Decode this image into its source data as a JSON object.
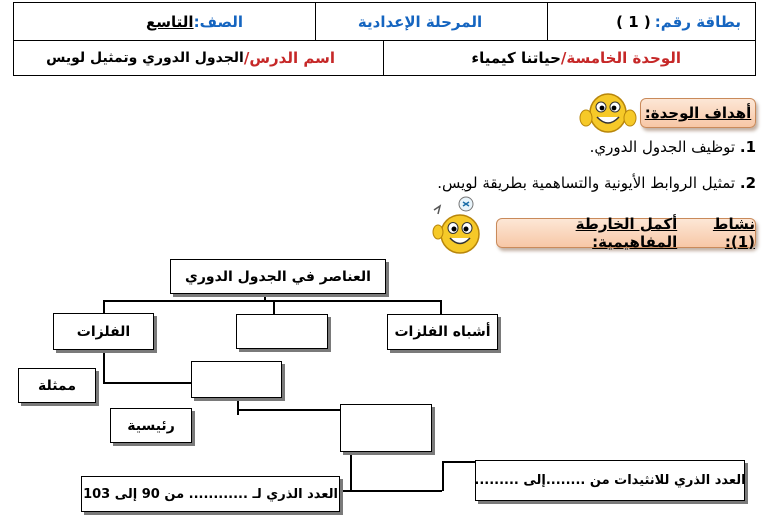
{
  "header": {
    "card_label": "بطاقة رقم:",
    "card_number": "( 1 )",
    "stage": "المرحلة الإعدادية",
    "grade_label": "الصف:",
    "grade_value": "التاسع",
    "unit_label": "الوحدة الخامسة/",
    "unit_value": "حياتنا كيمياء",
    "lesson_label": "اسم الدرس/",
    "lesson_value": "الجدول الدوري وتمثيل لويس"
  },
  "objectives": {
    "title": "أهداف الوحدة:",
    "items": [
      {
        "num": "1.",
        "text": "توظيف الجدول الدوري."
      },
      {
        "num": "2.",
        "text": "تمثيل الروابط الأيونية والتساهمية بطريقة لويس."
      }
    ]
  },
  "activity": {
    "prefix": "نشاط (1):",
    "title": "أكمل الخارطة المفاهيمية:"
  },
  "concept_map": {
    "root": "العناصر في الجدول الدوري",
    "metals": "الفلزات",
    "middle": "",
    "metalloids": "أشباه الفلزات",
    "represented": "ممثلة",
    "empty_a": "",
    "main": "رئيسية",
    "empty_b": "",
    "atomic_number_range": "العدد الذري لـ ............ من 90 إلى 103",
    "lanthanides": "العدد الذري للانثيدات من ........إلى ........."
  }
}
